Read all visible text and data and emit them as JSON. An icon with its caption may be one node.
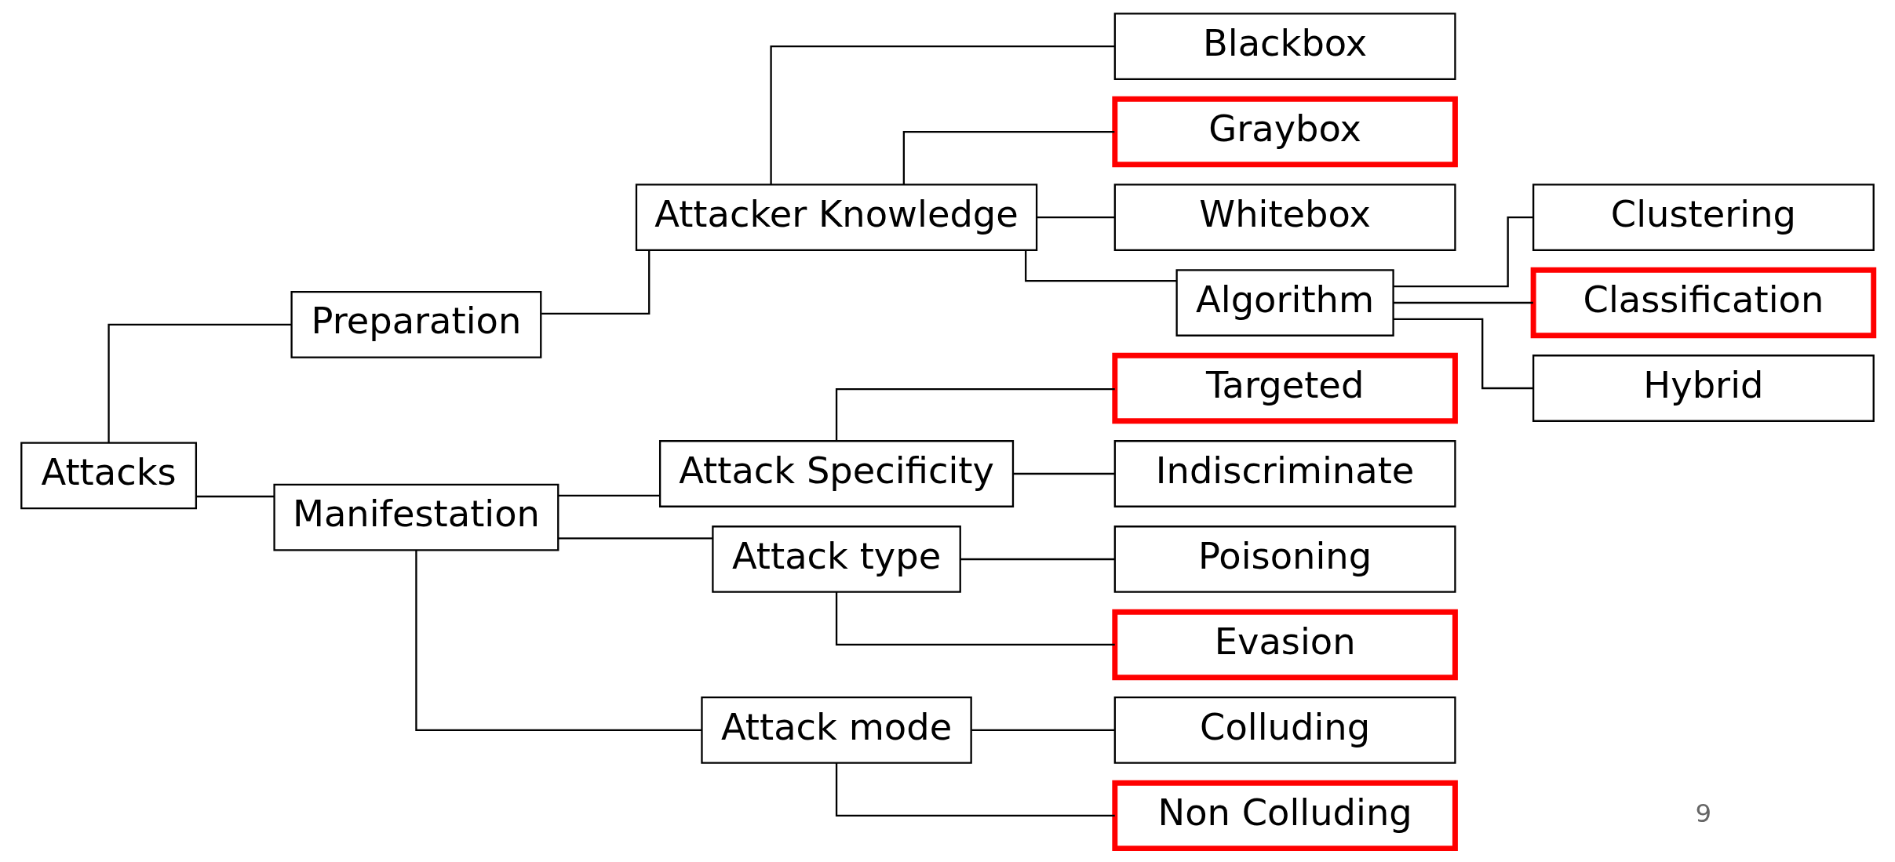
{
  "diagram": {
    "nodes": [
      {
        "text": [
          "Attacks"
        ]
      },
      {
        "text": [
          "Preparation"
        ]
      },
      {
        "text": [
          "Attacker Knowledge"
        ]
      },
      {
        "text": [
          "Blackbox"
        ]
      },
      {
        "text": [
          "Graybox"
        ]
      },
      {
        "text": [
          "Whitebox"
        ]
      },
      {
        "text": [
          "Algorithm"
        ]
      },
      {
        "text": [
          "Clustering"
        ]
      },
      {
        "text": [
          "Classification"
        ]
      },
      {
        "text": [
          "Hybrid"
        ]
      },
      {
        "text": [
          "Manifestation"
        ]
      },
      {
        "text": [
          "Attack Specificity"
        ]
      },
      {
        "text": [
          "Targeted"
        ]
      },
      {
        "text": [
          "Indiscriminate"
        ]
      },
      {
        "text": [
          "Attack type"
        ]
      },
      {
        "text": [
          "Poisoning"
        ]
      },
      {
        "text": [
          "Evasion"
        ]
      },
      {
        "text": [
          "Attack mode"
        ]
      },
      {
        "text": [
          "Colluding"
        ]
      },
      {
        "text": [
          "Non Colluding"
        ]
      }
    ],
    "edges": [
      {
        "from": 0,
        "to": 1,
        "arrow": "none"
      },
      {
        "from": 0,
        "to": 10,
        "arrow": "none"
      },
      {
        "from": 1,
        "to": 2,
        "arrow": "none"
      },
      {
        "from": 2,
        "to": 3,
        "arrow": "none"
      },
      {
        "from": 2,
        "to": 4,
        "arrow": "none"
      },
      {
        "from": 2,
        "to": 5,
        "arrow": "none"
      },
      {
        "from": 2,
        "to": 6,
        "arrow": "none"
      },
      {
        "from": 6,
        "to": 7,
        "arrow": "none"
      },
      {
        "from": 6,
        "to": 8,
        "arrow": "none"
      },
      {
        "from": 6,
        "to": 9,
        "arrow": "none"
      },
      {
        "from": 10,
        "to": 11,
        "arrow": "none"
      },
      {
        "from": 10,
        "to": 14,
        "arrow": "none"
      },
      {
        "from": 10,
        "to": 17,
        "arrow": "none"
      },
      {
        "from": 11,
        "to": 12,
        "arrow": "none"
      },
      {
        "from": 11,
        "to": 13,
        "arrow": "none"
      },
      {
        "from": 14,
        "to": 15,
        "arrow": "none"
      },
      {
        "from": 14,
        "to": 16,
        "arrow": "none"
      },
      {
        "from": 17,
        "to": 18,
        "arrow": "none"
      },
      {
        "from": 17,
        "to": 19,
        "arrow": "none"
      }
    ],
    "labels": [
      "9"
    ]
  }
}
